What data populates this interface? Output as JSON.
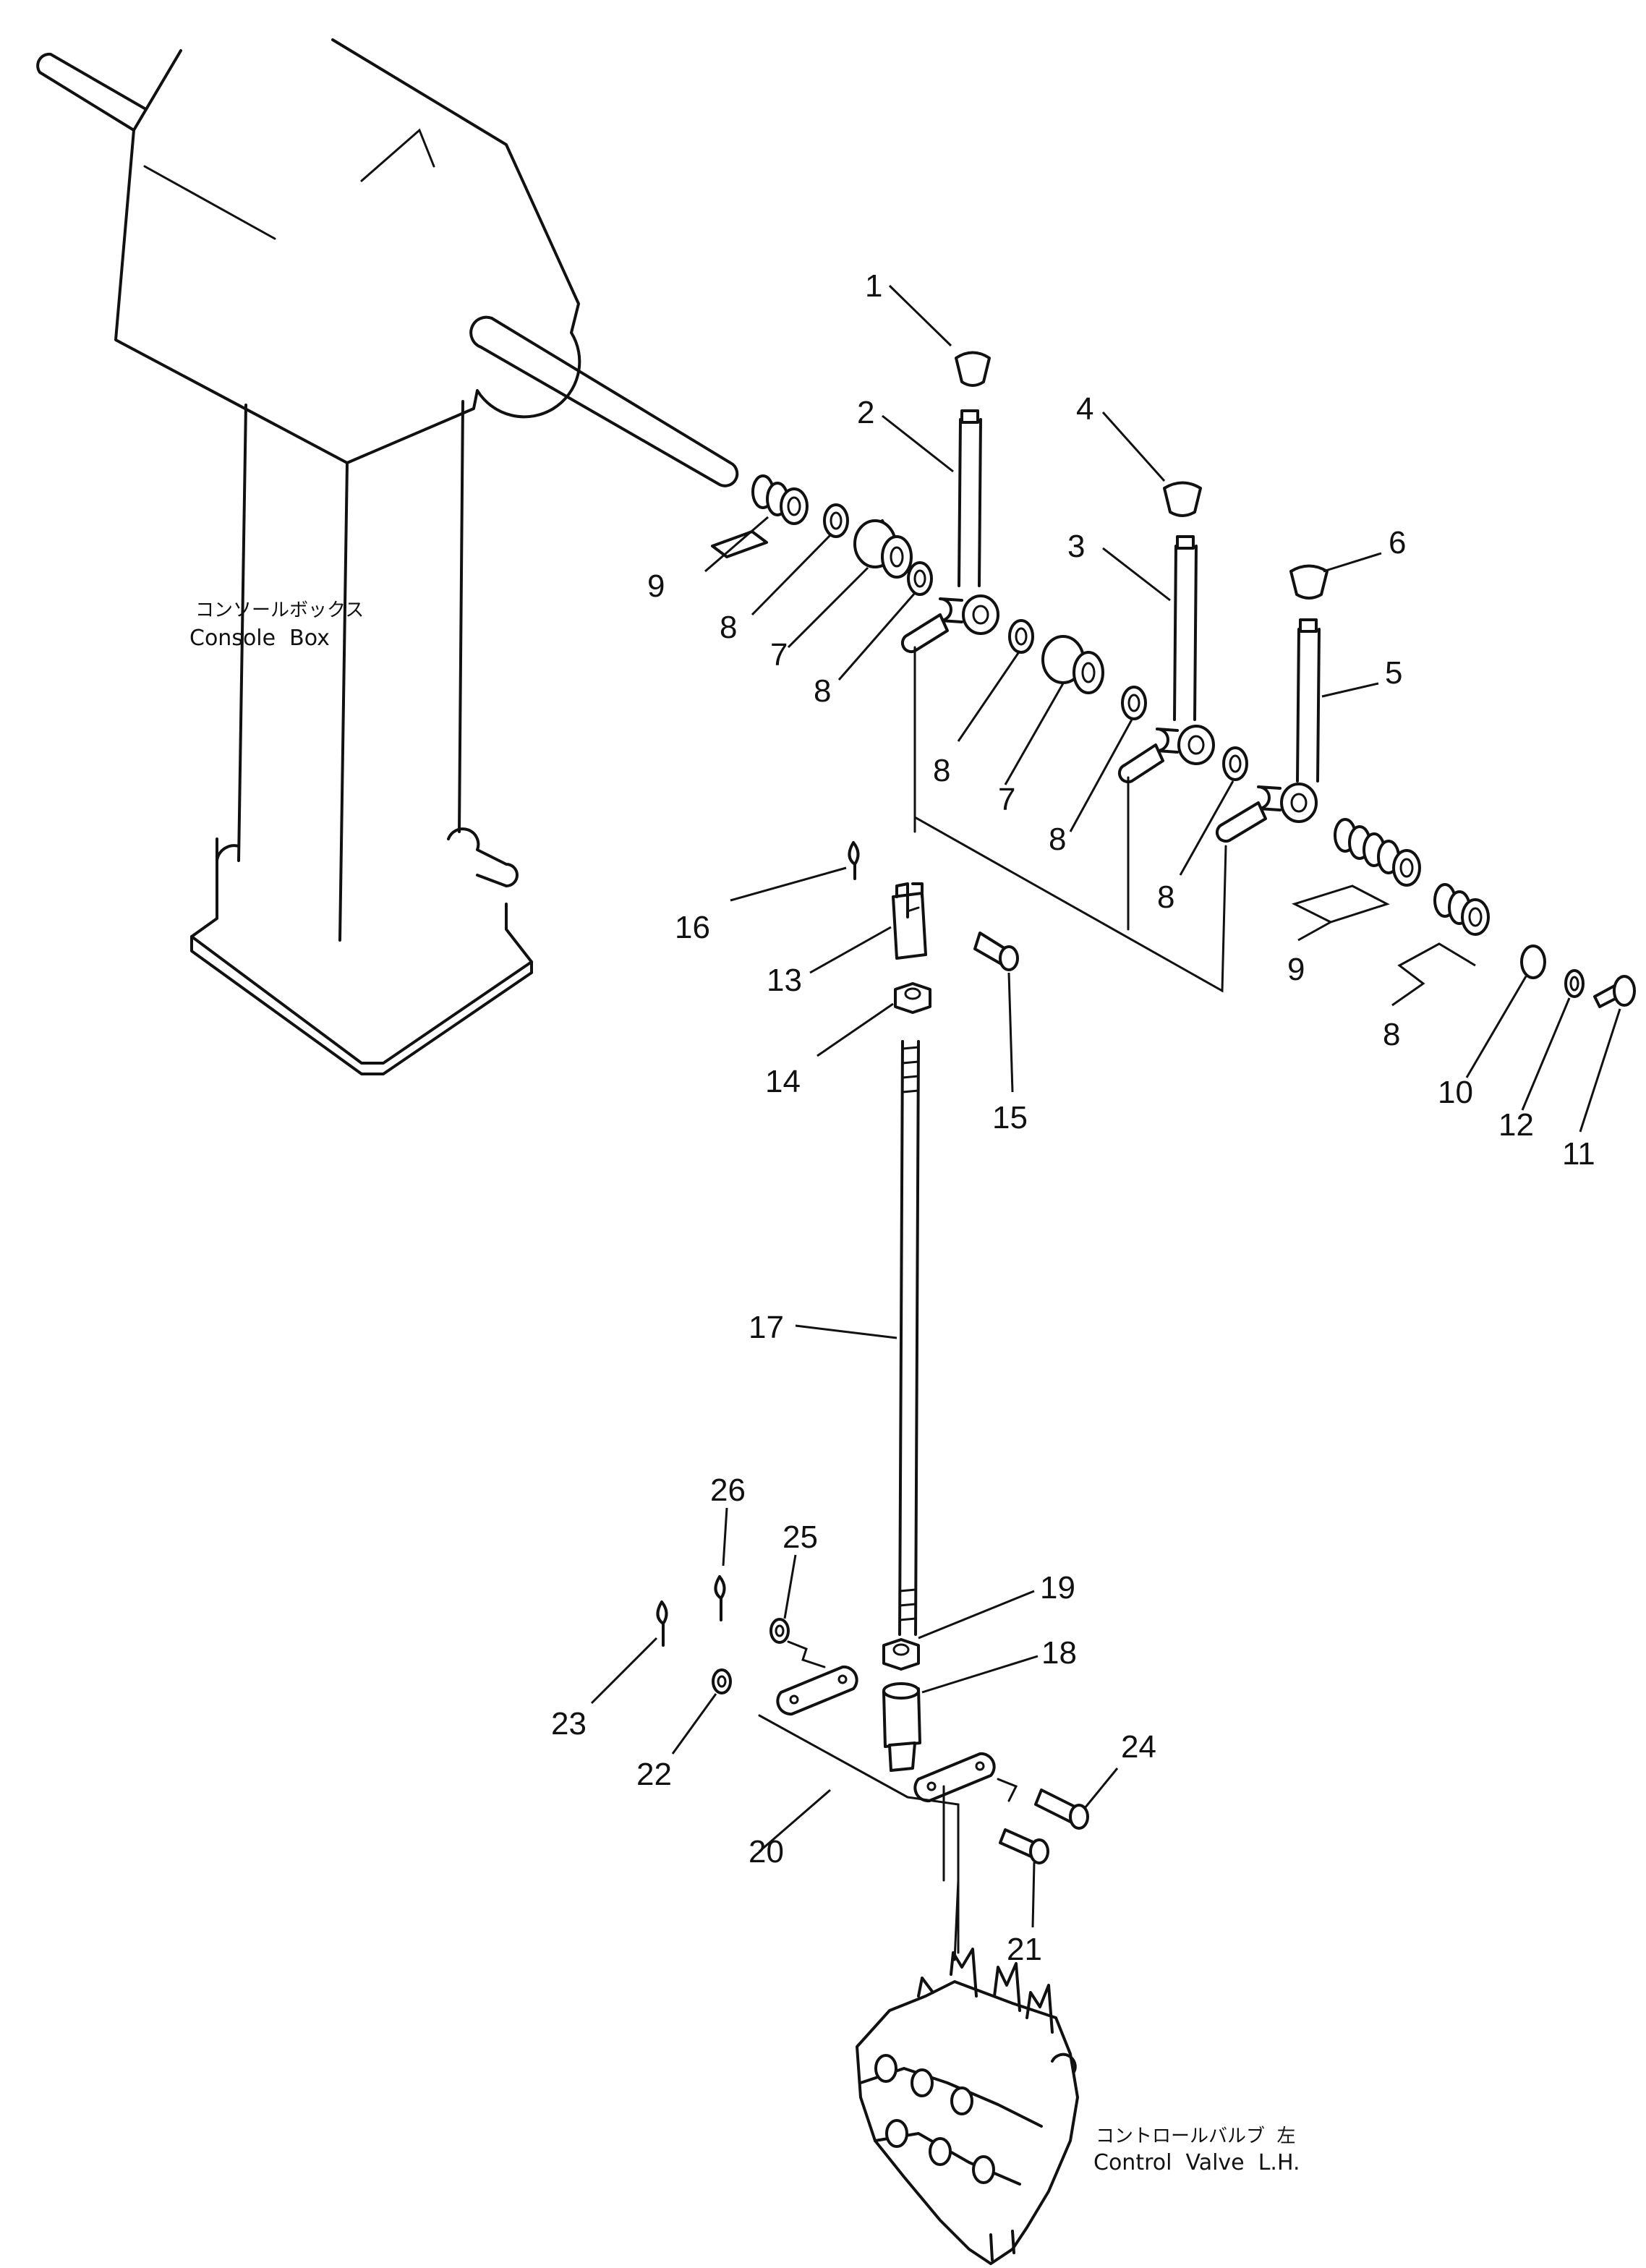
{
  "captions": {
    "console_box": {
      "ja": "コンソールボックス",
      "en": "Console  Box"
    },
    "control_valve": {
      "ja": "コントロールバルブ  左",
      "en": "Control  Valve  L.H."
    }
  },
  "callouts": [
    {
      "id": "c1",
      "label": "1"
    },
    {
      "id": "c2",
      "label": "2"
    },
    {
      "id": "c3",
      "label": "3"
    },
    {
      "id": "c4",
      "label": "4"
    },
    {
      "id": "c5",
      "label": "5"
    },
    {
      "id": "c6",
      "label": "6"
    },
    {
      "id": "c7a",
      "label": "7"
    },
    {
      "id": "c7b",
      "label": "7"
    },
    {
      "id": "c8a",
      "label": "8"
    },
    {
      "id": "c8b",
      "label": "8"
    },
    {
      "id": "c8c",
      "label": "8"
    },
    {
      "id": "c8d",
      "label": "8"
    },
    {
      "id": "c8e",
      "label": "8"
    },
    {
      "id": "c8f",
      "label": "8"
    },
    {
      "id": "c9a",
      "label": "9"
    },
    {
      "id": "c9b",
      "label": "9"
    },
    {
      "id": "c10",
      "label": "10"
    },
    {
      "id": "c11",
      "label": "11"
    },
    {
      "id": "c12",
      "label": "12"
    },
    {
      "id": "c13",
      "label": "13"
    },
    {
      "id": "c14",
      "label": "14"
    },
    {
      "id": "c15",
      "label": "15"
    },
    {
      "id": "c16",
      "label": "16"
    },
    {
      "id": "c17",
      "label": "17"
    },
    {
      "id": "c18",
      "label": "18"
    },
    {
      "id": "c19",
      "label": "19"
    },
    {
      "id": "c20",
      "label": "20"
    },
    {
      "id": "c21",
      "label": "21"
    },
    {
      "id": "c22",
      "label": "22"
    },
    {
      "id": "c23",
      "label": "23"
    },
    {
      "id": "c24",
      "label": "24"
    },
    {
      "id": "c25",
      "label": "25"
    },
    {
      "id": "c26",
      "label": "26"
    }
  ]
}
